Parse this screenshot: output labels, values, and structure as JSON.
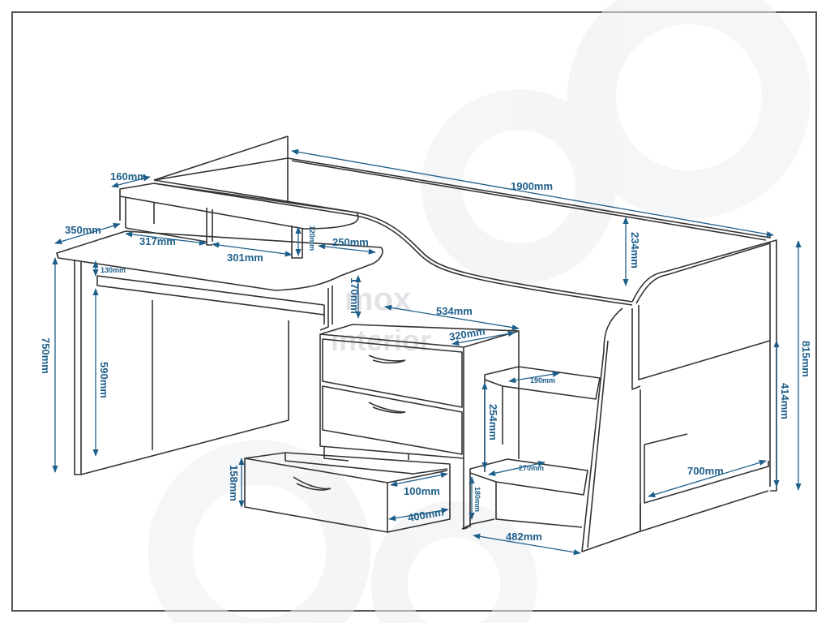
{
  "watermark": {
    "brand_top": "mox",
    "brand_bottom": "interior"
  },
  "dimensions": {
    "d160": "160mm",
    "d350": "350mm",
    "d317": "317mm",
    "d301": "301mm",
    "d120": "120mm",
    "d250": "250mm",
    "d130": "130mm",
    "d170": "170mm",
    "d750": "750mm",
    "d590": "590mm",
    "d534": "534mm",
    "d320": "320mm",
    "d1900": "1900mm",
    "d234": "234mm",
    "d815": "815mm",
    "d414": "414mm",
    "d190": "190mm",
    "d254": "254mm",
    "d270": "270mm",
    "d180": "180mm",
    "d158": "158mm",
    "d100": "100mm",
    "d400": "400mm",
    "d482": "482mm",
    "d700": "700mm"
  },
  "colors": {
    "line": "#333333",
    "dimension": "#1e5f8a",
    "watermark": "#e6e8ea"
  }
}
